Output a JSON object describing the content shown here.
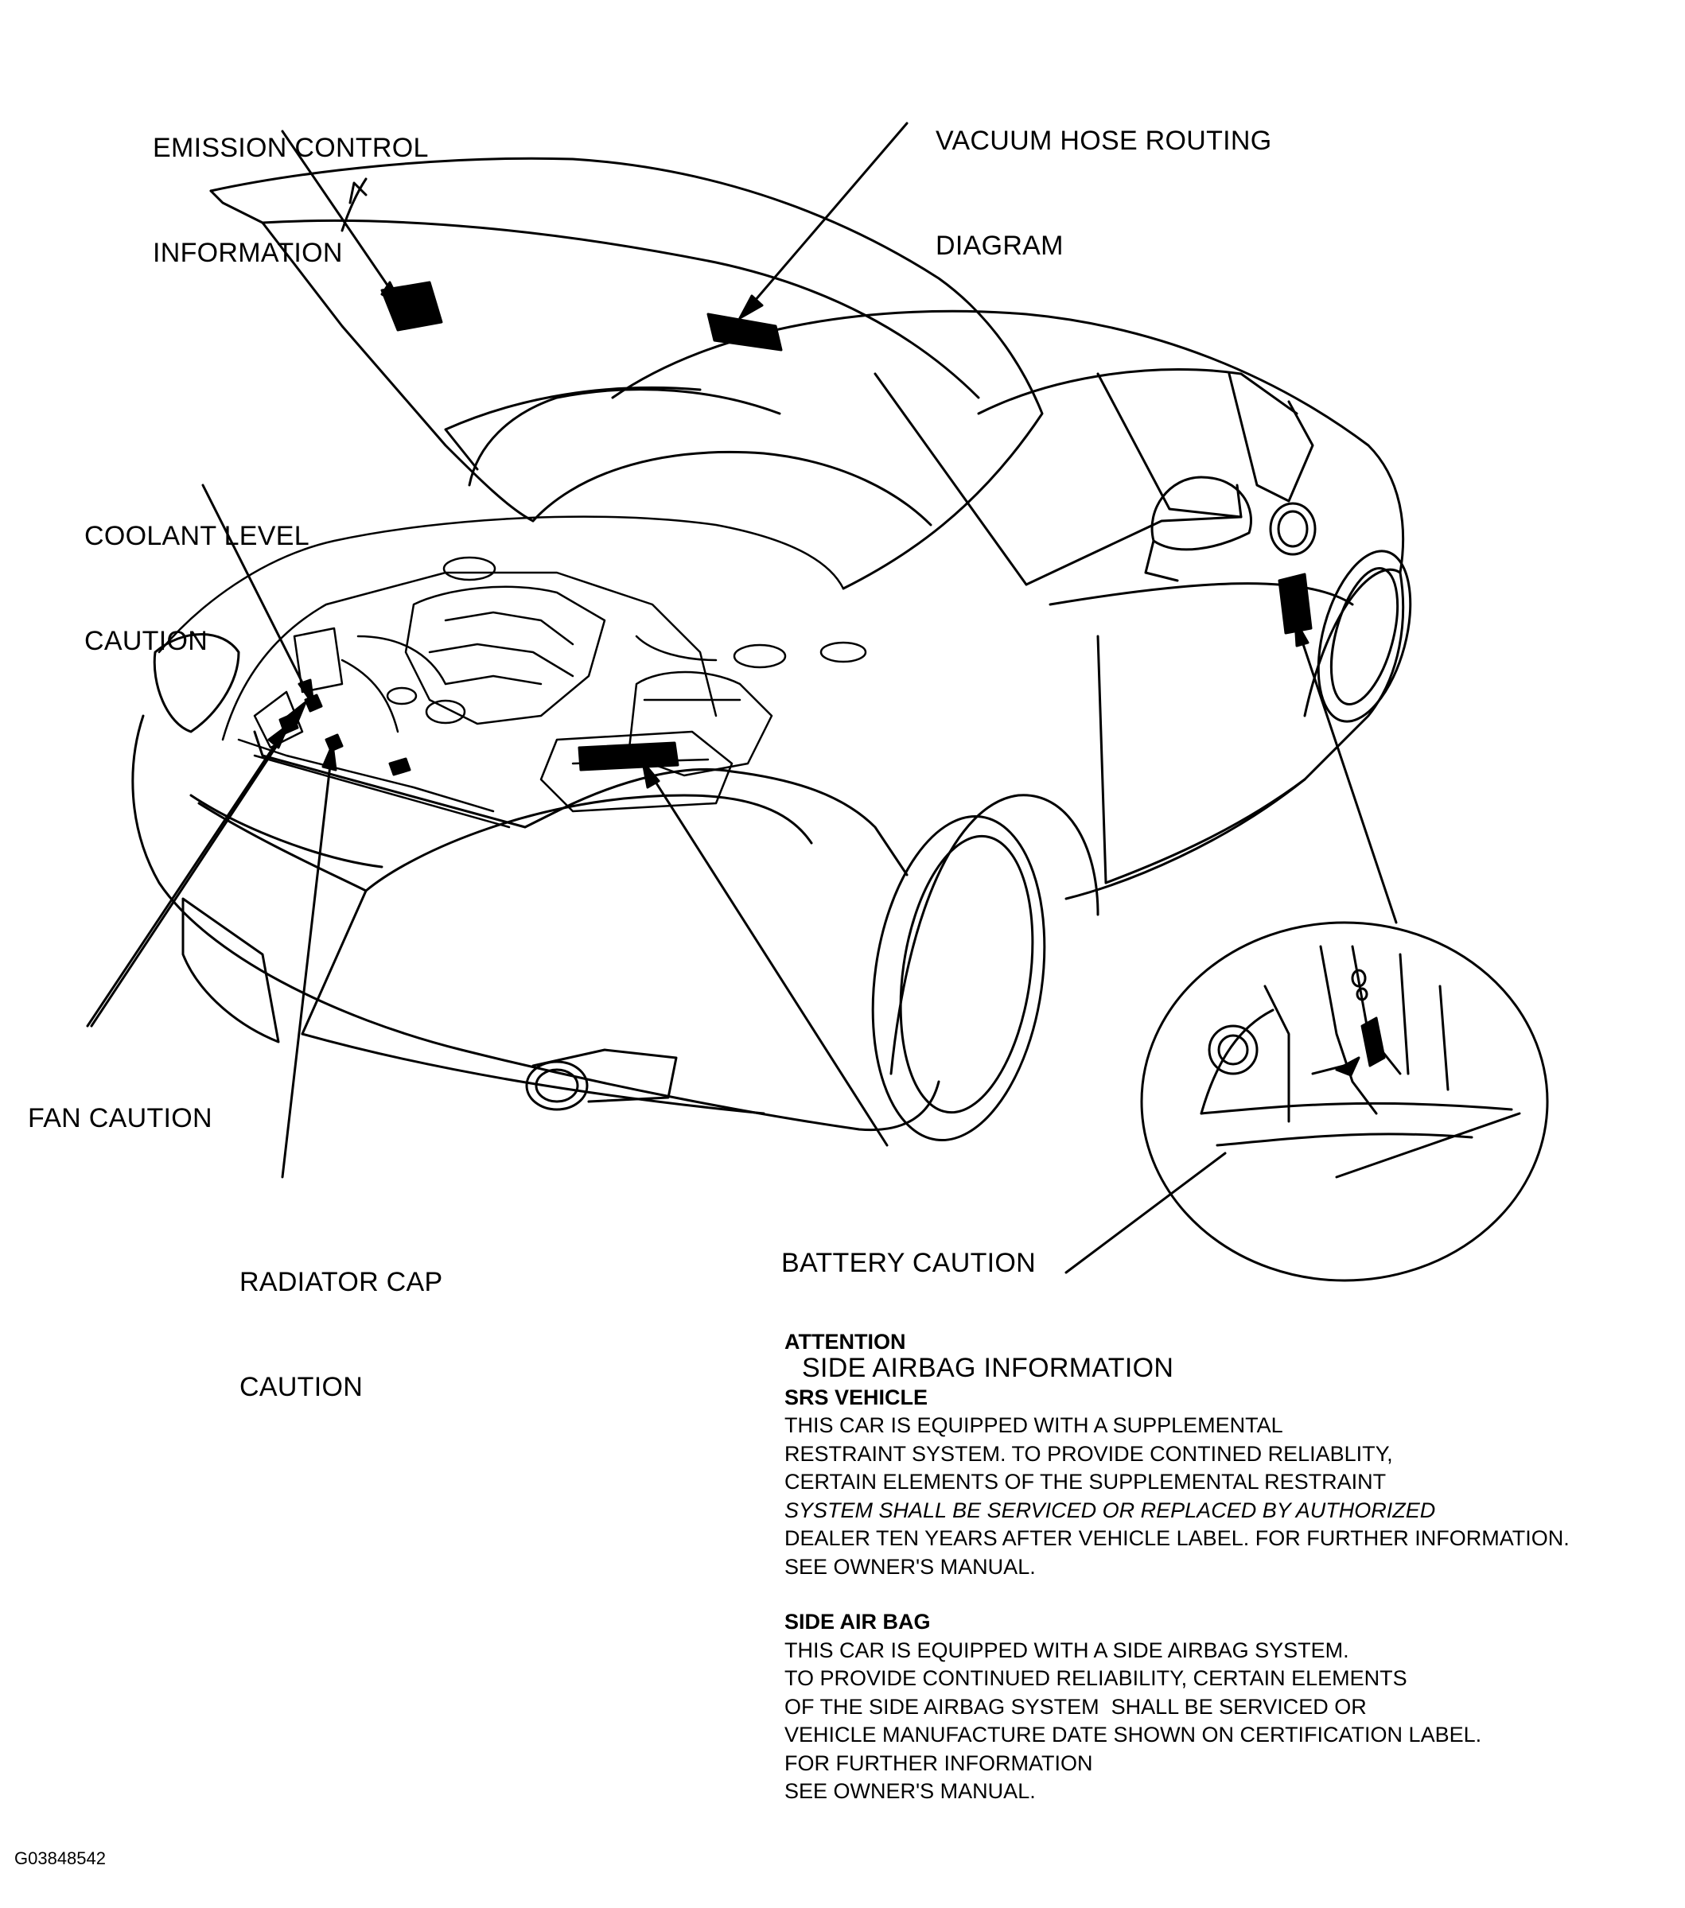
{
  "callouts": {
    "emission": [
      "EMISSION CONTROL",
      "INFORMATION"
    ],
    "vacuum": [
      "VACUUM HOSE ROUTING",
      "DIAGRAM"
    ],
    "coolant": [
      "COOLANT LEVEL",
      "CAUTION"
    ],
    "fan": "FAN CAUTION",
    "radiator": [
      "RADIATOR CAP",
      "CAUTION"
    ],
    "battery": "BATTERY CAUTION",
    "side_airbag": "SIDE AIRBAG INFORMATION"
  },
  "notes": {
    "attention": "ATTENTION",
    "srs": {
      "heading": "SRS VEHICLE",
      "lines": [
        "THIS CAR IS EQUIPPED WITH A SUPPLEMENTAL",
        "RESTRAINT SYSTEM. TO PROVIDE CONTINED RELIABLITY,",
        "CERTAIN ELEMENTS OF THE SUPPLEMENTAL RESTRAINT",
        "SYSTEM SHALL BE SERVICED OR REPLACED BY AUTHORIZED",
        "DEALER TEN YEARS AFTER VEHICLE LABEL. FOR FURTHER INFORMATION.",
        "SEE OWNER'S MANUAL."
      ]
    },
    "side_air_bag": {
      "heading": "SIDE AIR BAG",
      "lines": [
        "THIS CAR IS EQUIPPED WITH A SIDE AIRBAG SYSTEM.",
        "TO PROVIDE CONTINUED RELIABILITY, CERTAIN ELEMENTS",
        "OF THE SIDE AIRBAG SYSTEM  SHALL BE SERVICED OR",
        "VEHICLE MANUFACTURE DATE SHOWN ON CERTIFICATION LABEL.",
        "FOR FURTHER INFORMATION",
        "SEE OWNER'S MANUAL."
      ]
    }
  },
  "figure_id": "G03848542",
  "colors": {
    "ink": "#000000",
    "paper": "#ffffff"
  }
}
